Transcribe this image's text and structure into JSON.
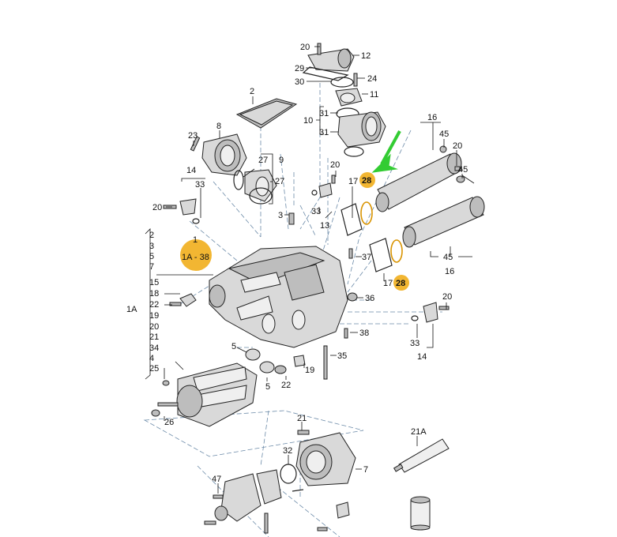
{
  "diagram": {
    "labels": {
      "l20a": "20",
      "l12": "12",
      "l29": "29",
      "l30": "30",
      "l24": "24",
      "l2": "2",
      "l11": "11",
      "l31a": "31",
      "l10": "10",
      "l31b": "31",
      "l16a": "16",
      "l45a": "45",
      "l20b": "20",
      "l8": "8",
      "l23": "23",
      "l9": "9",
      "l27a": "27",
      "l27b": "27",
      "l20c": "20",
      "l45b": "45",
      "l14a": "14",
      "l33a": "33",
      "l17a": "17",
      "l20d": "20",
      "l33b": "33",
      "l13": "13",
      "l3": "3",
      "l45c": "45",
      "l1": "1",
      "l37": "37",
      "l16b": "16",
      "l17b": "17",
      "list2": "2",
      "list3": "3",
      "list5": "5",
      "list7": "7",
      "list15": "15",
      "list18": "18",
      "list22": "22",
      "list19": "19",
      "list20": "20",
      "list21": "21",
      "list34": "34",
      "list4": "4",
      "list25": "25",
      "l1A": "1A",
      "l36": "36",
      "l38": "38",
      "l20e": "20",
      "l33c": "33",
      "l14b": "14",
      "l5a": "5",
      "l5b": "5",
      "l19": "19",
      "l22": "22",
      "l35": "35",
      "l26": "26",
      "l21": "21",
      "l21A": "21A",
      "l32": "32",
      "l7": "7",
      "l47": "47"
    },
    "highlight_badges": {
      "range": "1A - 38",
      "b28a": "28",
      "b28b": "28"
    },
    "colors": {
      "highlight": "#f2b632",
      "arrow": "#33cc33",
      "dashed_leader": "#6b8aa8"
    }
  }
}
